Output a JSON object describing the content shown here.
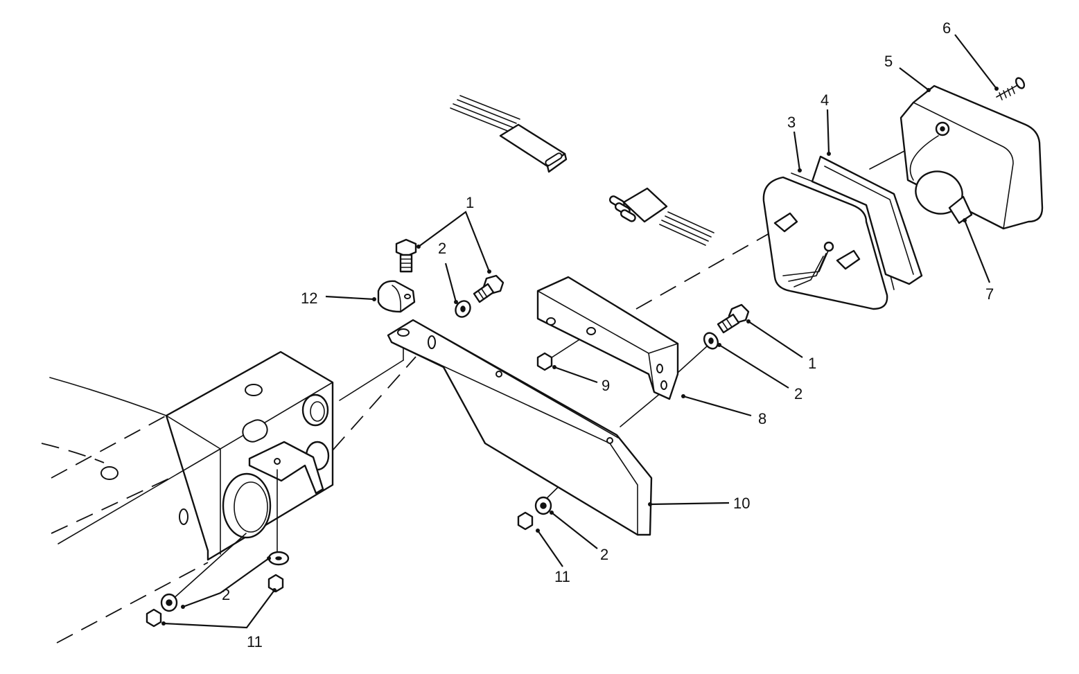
{
  "callouts": {
    "c1_top": "1",
    "c1_right": "1",
    "c2_top": "2",
    "c2_right": "2",
    "c2_bottom": "2",
    "c2_left": "2",
    "c3": "3",
    "c4": "4",
    "c5": "5",
    "c6": "6",
    "c7": "7",
    "c8": "8",
    "c9": "9",
    "c10": "10",
    "c11_bottom": "11",
    "c11_left": "11",
    "c12": "12"
  },
  "colors": {
    "ink": "#111111",
    "paper": "#ffffff"
  }
}
